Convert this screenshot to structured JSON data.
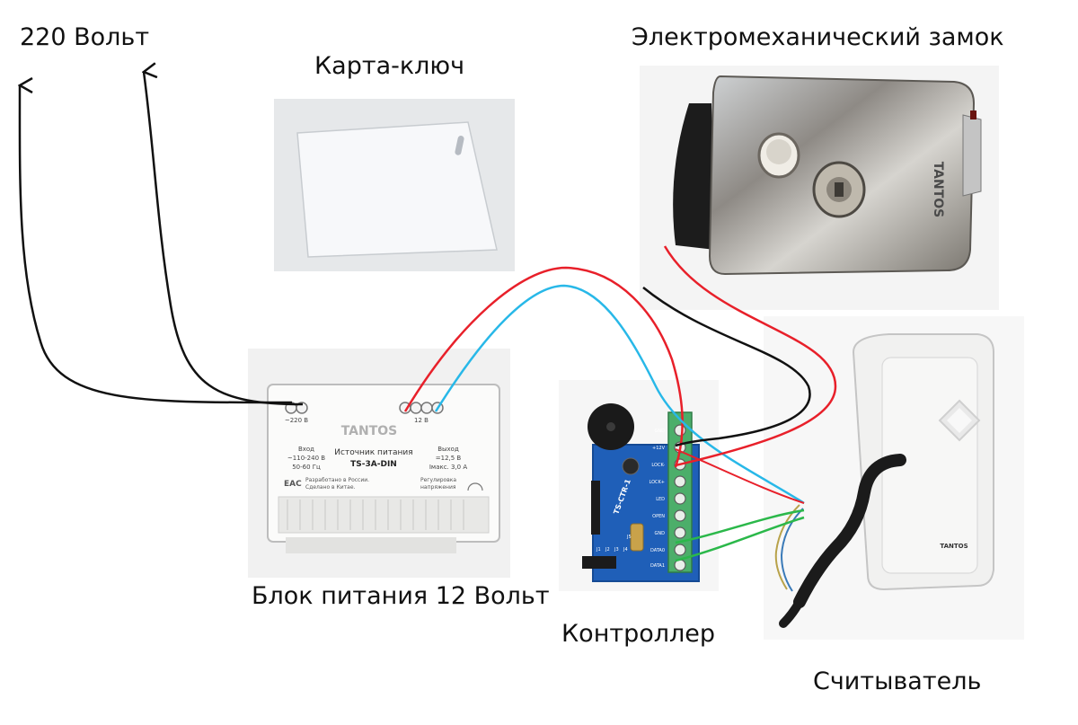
{
  "labels": {
    "mains": "220 Вольт",
    "card": "Карта-ключ",
    "lock": "Электромеханический замок",
    "psu": "Блок питания 12 Вольт",
    "controller": "Контроллер",
    "reader": "Считыватель"
  },
  "psu": {
    "brand": "TANTOS",
    "title": "Источник питания",
    "model": "TS-3A-DIN",
    "input_label": "Вход",
    "input_voltage": "~110-240 В",
    "input_freq": "50-60 Гц",
    "output_label": "Выход",
    "output_voltage": "=12,5 В",
    "output_current": "Iмакс. 3,0 А",
    "terminal_ac": "~220 В",
    "terminal_dc": "12 В",
    "made_line1": "Разработано в России.",
    "made_line2": "Сделано в Китае.",
    "adjust_line1": "Регулировка",
    "adjust_line2": "напряжения",
    "cert": "ЕАС"
  },
  "lock": {
    "brand": "TANTOS"
  },
  "reader": {
    "brand": "TANTOS"
  },
  "controller": {
    "board": "TS-CTR-1",
    "pins": [
      "GND",
      "+12V",
      "LOCK-",
      "LOCK+",
      "LED",
      "OPEN",
      "GND",
      "DATA0",
      "DATA1"
    ],
    "jumpers": [
      "J1",
      "J2",
      "J3",
      "J4",
      "J5"
    ]
  },
  "colors": {
    "wire_black": "#111111",
    "wire_red": "#e8202a",
    "wire_blue": "#28b8e8",
    "wire_green": "#2bb84a",
    "pcb_blue": "#1f5fb8",
    "terminal_green": "#4cae6a"
  }
}
